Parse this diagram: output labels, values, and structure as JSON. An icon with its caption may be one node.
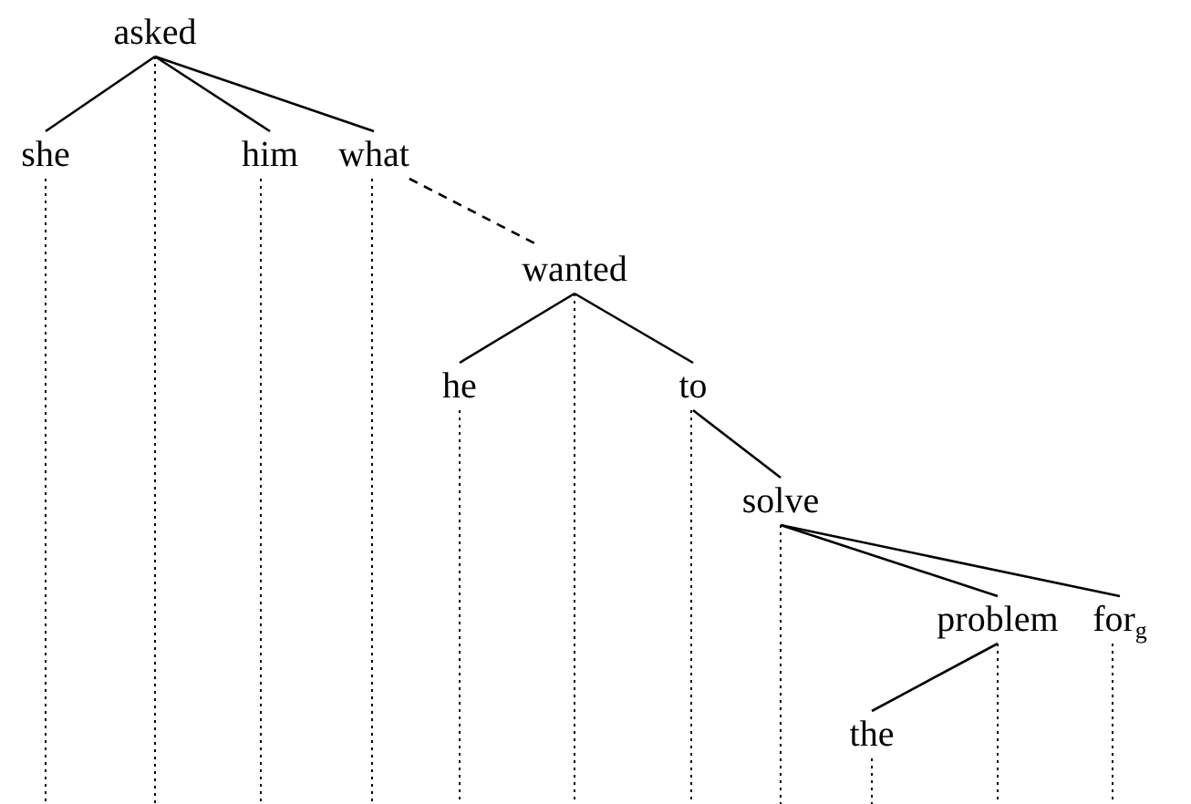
{
  "diagram": {
    "nodes": [
      {
        "text": [
          "asked"
        ]
      },
      {
        "text": [
          "she"
        ]
      },
      {
        "text": [
          "him"
        ]
      },
      {
        "text": [
          "what"
        ]
      },
      {
        "text": [
          "wanted"
        ]
      },
      {
        "text": [
          "he"
        ]
      },
      {
        "text": [
          "to"
        ]
      },
      {
        "text": [
          "solve"
        ]
      },
      {
        "text": [
          "problem"
        ]
      },
      {
        "text": [
          "for$_{g}$"
        ]
      },
      {
        "text": [
          "the"
        ]
      }
    ],
    "edges": [
      {
        "from": 0,
        "to": 1,
        "arrow": "none"
      },
      {
        "from": 0,
        "to": 2,
        "arrow": "none"
      },
      {
        "from": 0,
        "to": 3,
        "arrow": "none"
      },
      {
        "from": 3,
        "to": 4,
        "arrow": "none",
        "style": "dashed"
      },
      {
        "from": 4,
        "to": 5,
        "arrow": "none"
      },
      {
        "from": 4,
        "to": 6,
        "arrow": "none"
      },
      {
        "from": 6,
        "to": 7,
        "arrow": "none"
      },
      {
        "from": 7,
        "to": 8,
        "arrow": "none"
      },
      {
        "from": 7,
        "to": 9,
        "arrow": "none"
      },
      {
        "from": 8,
        "to": 10,
        "arrow": "none"
      }
    ]
  }
}
